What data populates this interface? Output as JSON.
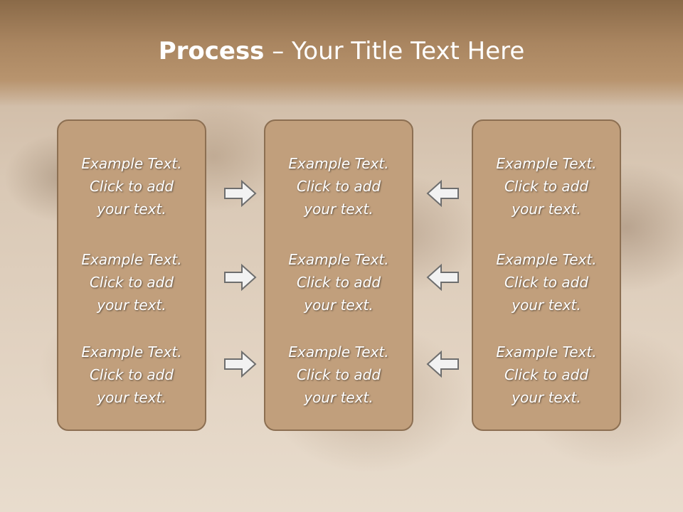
{
  "slide": {
    "title_bold": "Process",
    "title_rest": " – Your Title Text Here"
  },
  "columns": [
    {
      "items": [
        {
          "l1": "Example Text.",
          "l2": "Click  to add",
          "l3": "your text."
        },
        {
          "l1": "Example Text.",
          "l2": "Click  to add",
          "l3": "your text."
        },
        {
          "l1": "Example Text.",
          "l2": "Click  to add",
          "l3": "your text."
        }
      ]
    },
    {
      "items": [
        {
          "l1": "Example Text.",
          "l2": "Click  to add",
          "l3": "your text."
        },
        {
          "l1": "Example Text.",
          "l2": "Click  to add",
          "l3": "your text."
        },
        {
          "l1": "Example Text.",
          "l2": "Click  to add",
          "l3": "your text."
        }
      ]
    },
    {
      "items": [
        {
          "l1": "Example Text.",
          "l2": "Click  to add",
          "l3": "your text."
        },
        {
          "l1": "Example Text.",
          "l2": "Click  to add",
          "l3": "your text."
        },
        {
          "l1": "Example Text.",
          "l2": "Click  to add",
          "l3": "your text."
        }
      ]
    }
  ],
  "arrows": {
    "left_group": "right-arrow-icon",
    "right_group": "left-arrow-icon"
  },
  "colors": {
    "box_fill": "#c19f7c",
    "box_border": "#8c6f52",
    "title_band": "#a98560"
  }
}
